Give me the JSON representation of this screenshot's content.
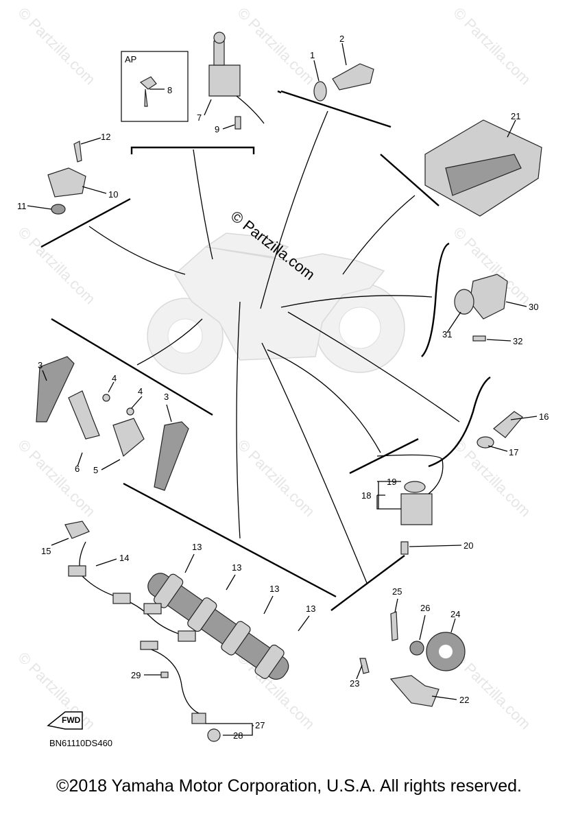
{
  "diagram": {
    "code": "BN61110DS460",
    "ap_label": "AP",
    "fwd_label": "FWD",
    "copyright": "©2018 Yamaha Motor Corporation, U.S.A. All rights reserved.",
    "center_watermark": "© Partzilla.com",
    "watermark": "© Partzilla.com",
    "callouts": [
      "1",
      "2",
      "3",
      "3",
      "4",
      "4",
      "5",
      "6",
      "7",
      "8",
      "9",
      "10",
      "11",
      "12",
      "13",
      "13",
      "13",
      "13",
      "14",
      "15",
      "16",
      "17",
      "18",
      "19",
      "20",
      "21",
      "22",
      "23",
      "24",
      "25",
      "26",
      "27",
      "28",
      "29",
      "30",
      "31",
      "32"
    ]
  }
}
